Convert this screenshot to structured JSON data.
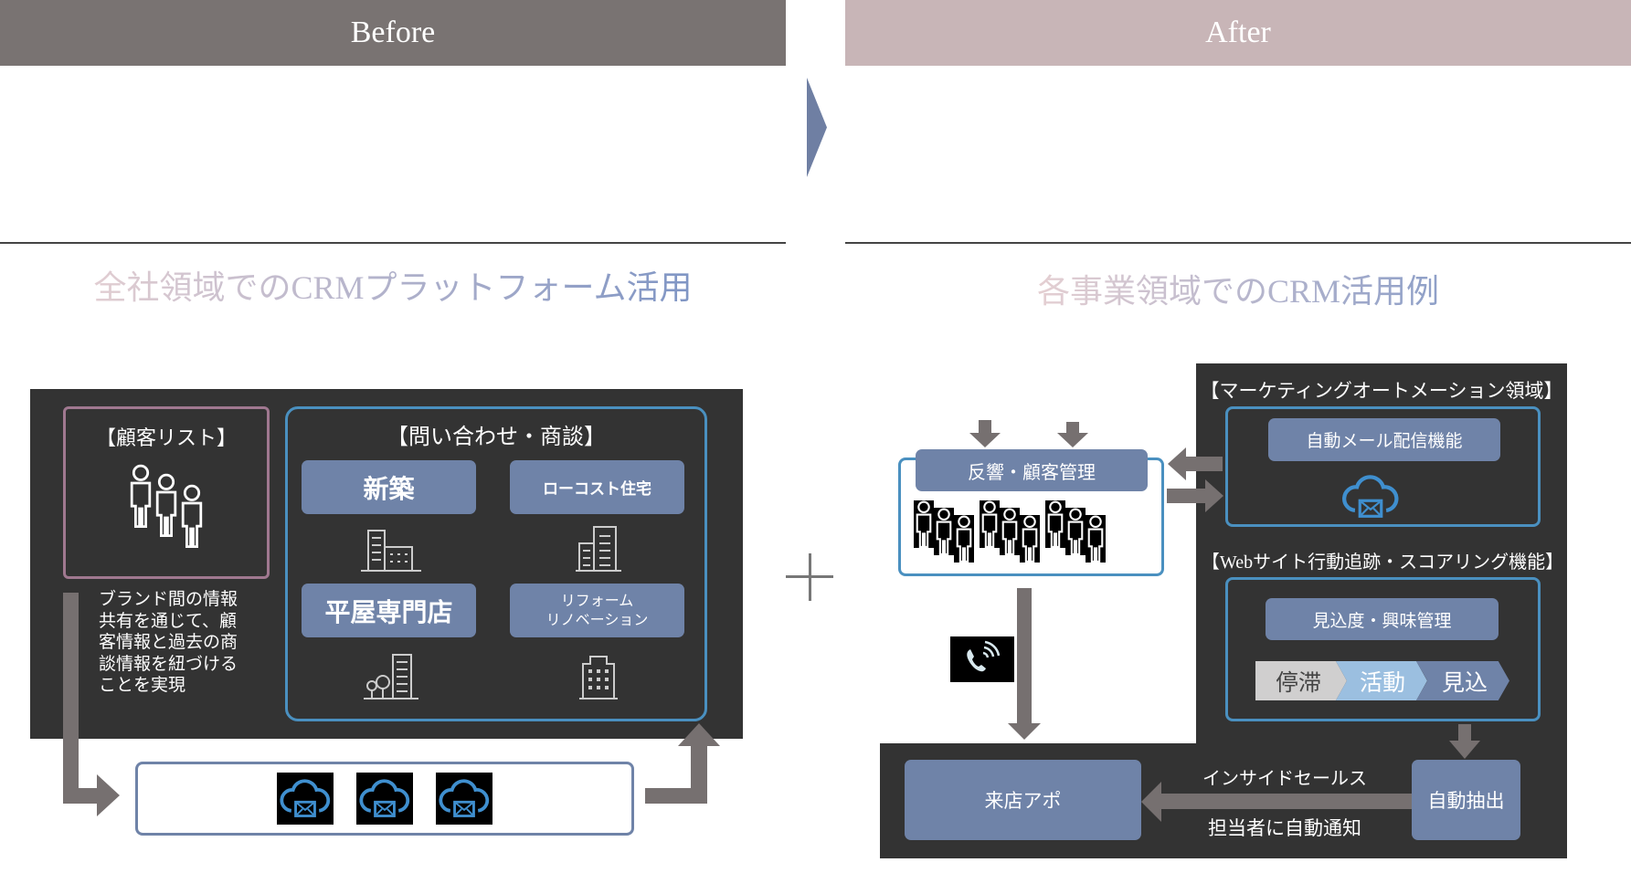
{
  "before": {
    "header": "Before",
    "title": "全社領域でのCRMプラットフォーム活用",
    "customer_list": {
      "heading": "【顧客リスト】"
    },
    "description": "ブランド間の情報\n共有を通じて、顧\n客情報と過去の商\n談情報を紐づける\nことを実現",
    "inquiry": {
      "heading": "【問い合わせ・商談】",
      "brands": [
        {
          "label": "新築"
        },
        {
          "label": "ローコスト住宅"
        },
        {
          "label": "平屋専門店"
        },
        {
          "label": "リフォーム\nリノベーション"
        }
      ]
    }
  },
  "after": {
    "header": "After",
    "title": "各事業領域でのCRM活用例",
    "response": {
      "label": "反響・顧客管理"
    },
    "ma": {
      "heading": "【マーケティングオートメーション領域】",
      "mail_label": "自動メール配信機能",
      "web_heading": "【Webサイト行動追跡・スコアリング機能】",
      "score_label": "見込度・興味管理",
      "stages": [
        "停滞",
        "活動",
        "見込"
      ]
    },
    "visit": {
      "label": "来店アポ"
    },
    "extract": {
      "label": "自動抽出"
    },
    "flow_top": "インサイドセールス",
    "flow_bottom": "担当者に自動通知"
  },
  "colors": {
    "before_header": "#797372",
    "after_header": "#c8b5b7",
    "accent": "#6f83a8",
    "border_blue": "#4a90c0",
    "dark": "#333333"
  }
}
